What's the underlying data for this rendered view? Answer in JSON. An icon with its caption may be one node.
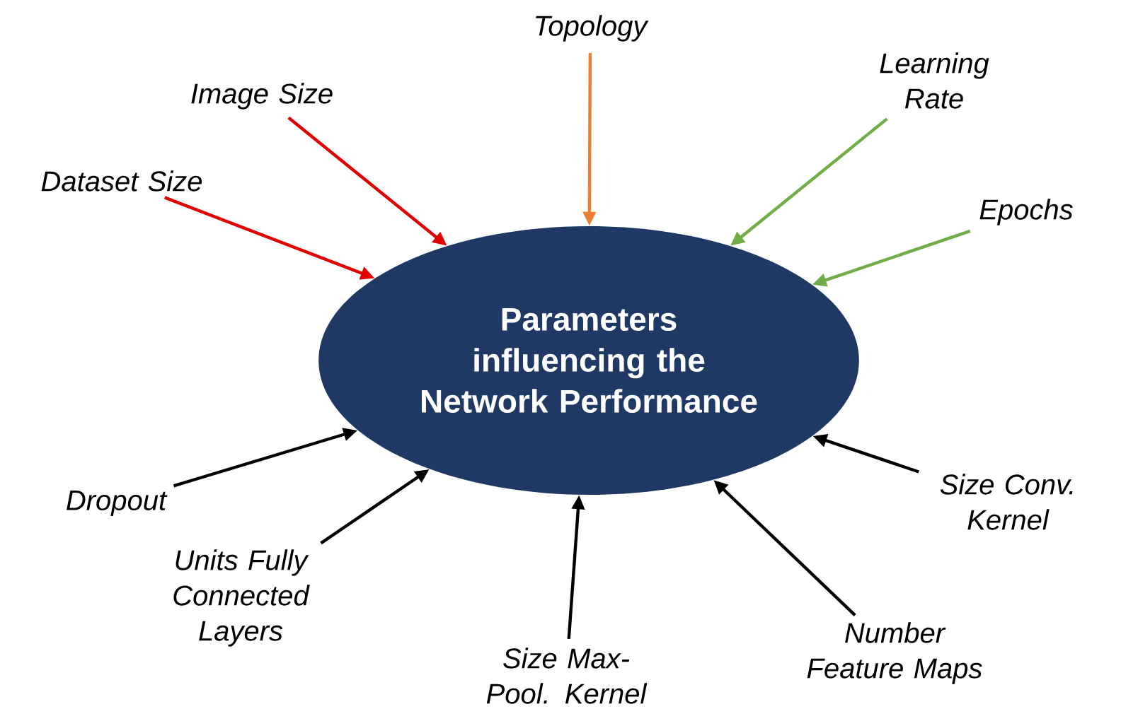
{
  "diagram": {
    "nodes": [
      {
        "text": [
          "Parameters influencing the Network Performance"
        ]
      },
      {
        "text": [
          "Topology"
        ]
      },
      {
        "text": [
          "Learning Rate"
        ]
      },
      {
        "text": [
          "Image Size"
        ]
      },
      {
        "text": [
          "Dataset Size"
        ]
      },
      {
        "text": [
          "Epochs"
        ]
      },
      {
        "text": [
          "Dropout"
        ]
      },
      {
        "text": [
          "Size Conv. Kernel"
        ]
      },
      {
        "text": [
          "Units Fully Connected Layers"
        ]
      },
      {
        "text": [
          "Number Feature Maps"
        ]
      },
      {
        "text": [
          "Size Max-Pool. Kernel"
        ]
      }
    ],
    "edges": [
      {
        "from": 1,
        "to": 0,
        "arrow": "to",
        "color": "#ed7d31"
      },
      {
        "from": 2,
        "to": 0,
        "arrow": "to",
        "color": "#70ad47"
      },
      {
        "from": 3,
        "to": 0,
        "arrow": "to",
        "color": "#e00000"
      },
      {
        "from": 4,
        "to": 0,
        "arrow": "to",
        "color": "#e00000"
      },
      {
        "from": 5,
        "to": 0,
        "arrow": "to",
        "color": "#70ad47"
      },
      {
        "from": 6,
        "to": 0,
        "arrow": "to"
      },
      {
        "from": 7,
        "to": 0,
        "arrow": "to"
      },
      {
        "from": 8,
        "to": 0,
        "arrow": "to"
      },
      {
        "from": 9,
        "to": 0,
        "arrow": "to"
      },
      {
        "from": 10,
        "to": 0,
        "arrow": "to"
      }
    ]
  }
}
